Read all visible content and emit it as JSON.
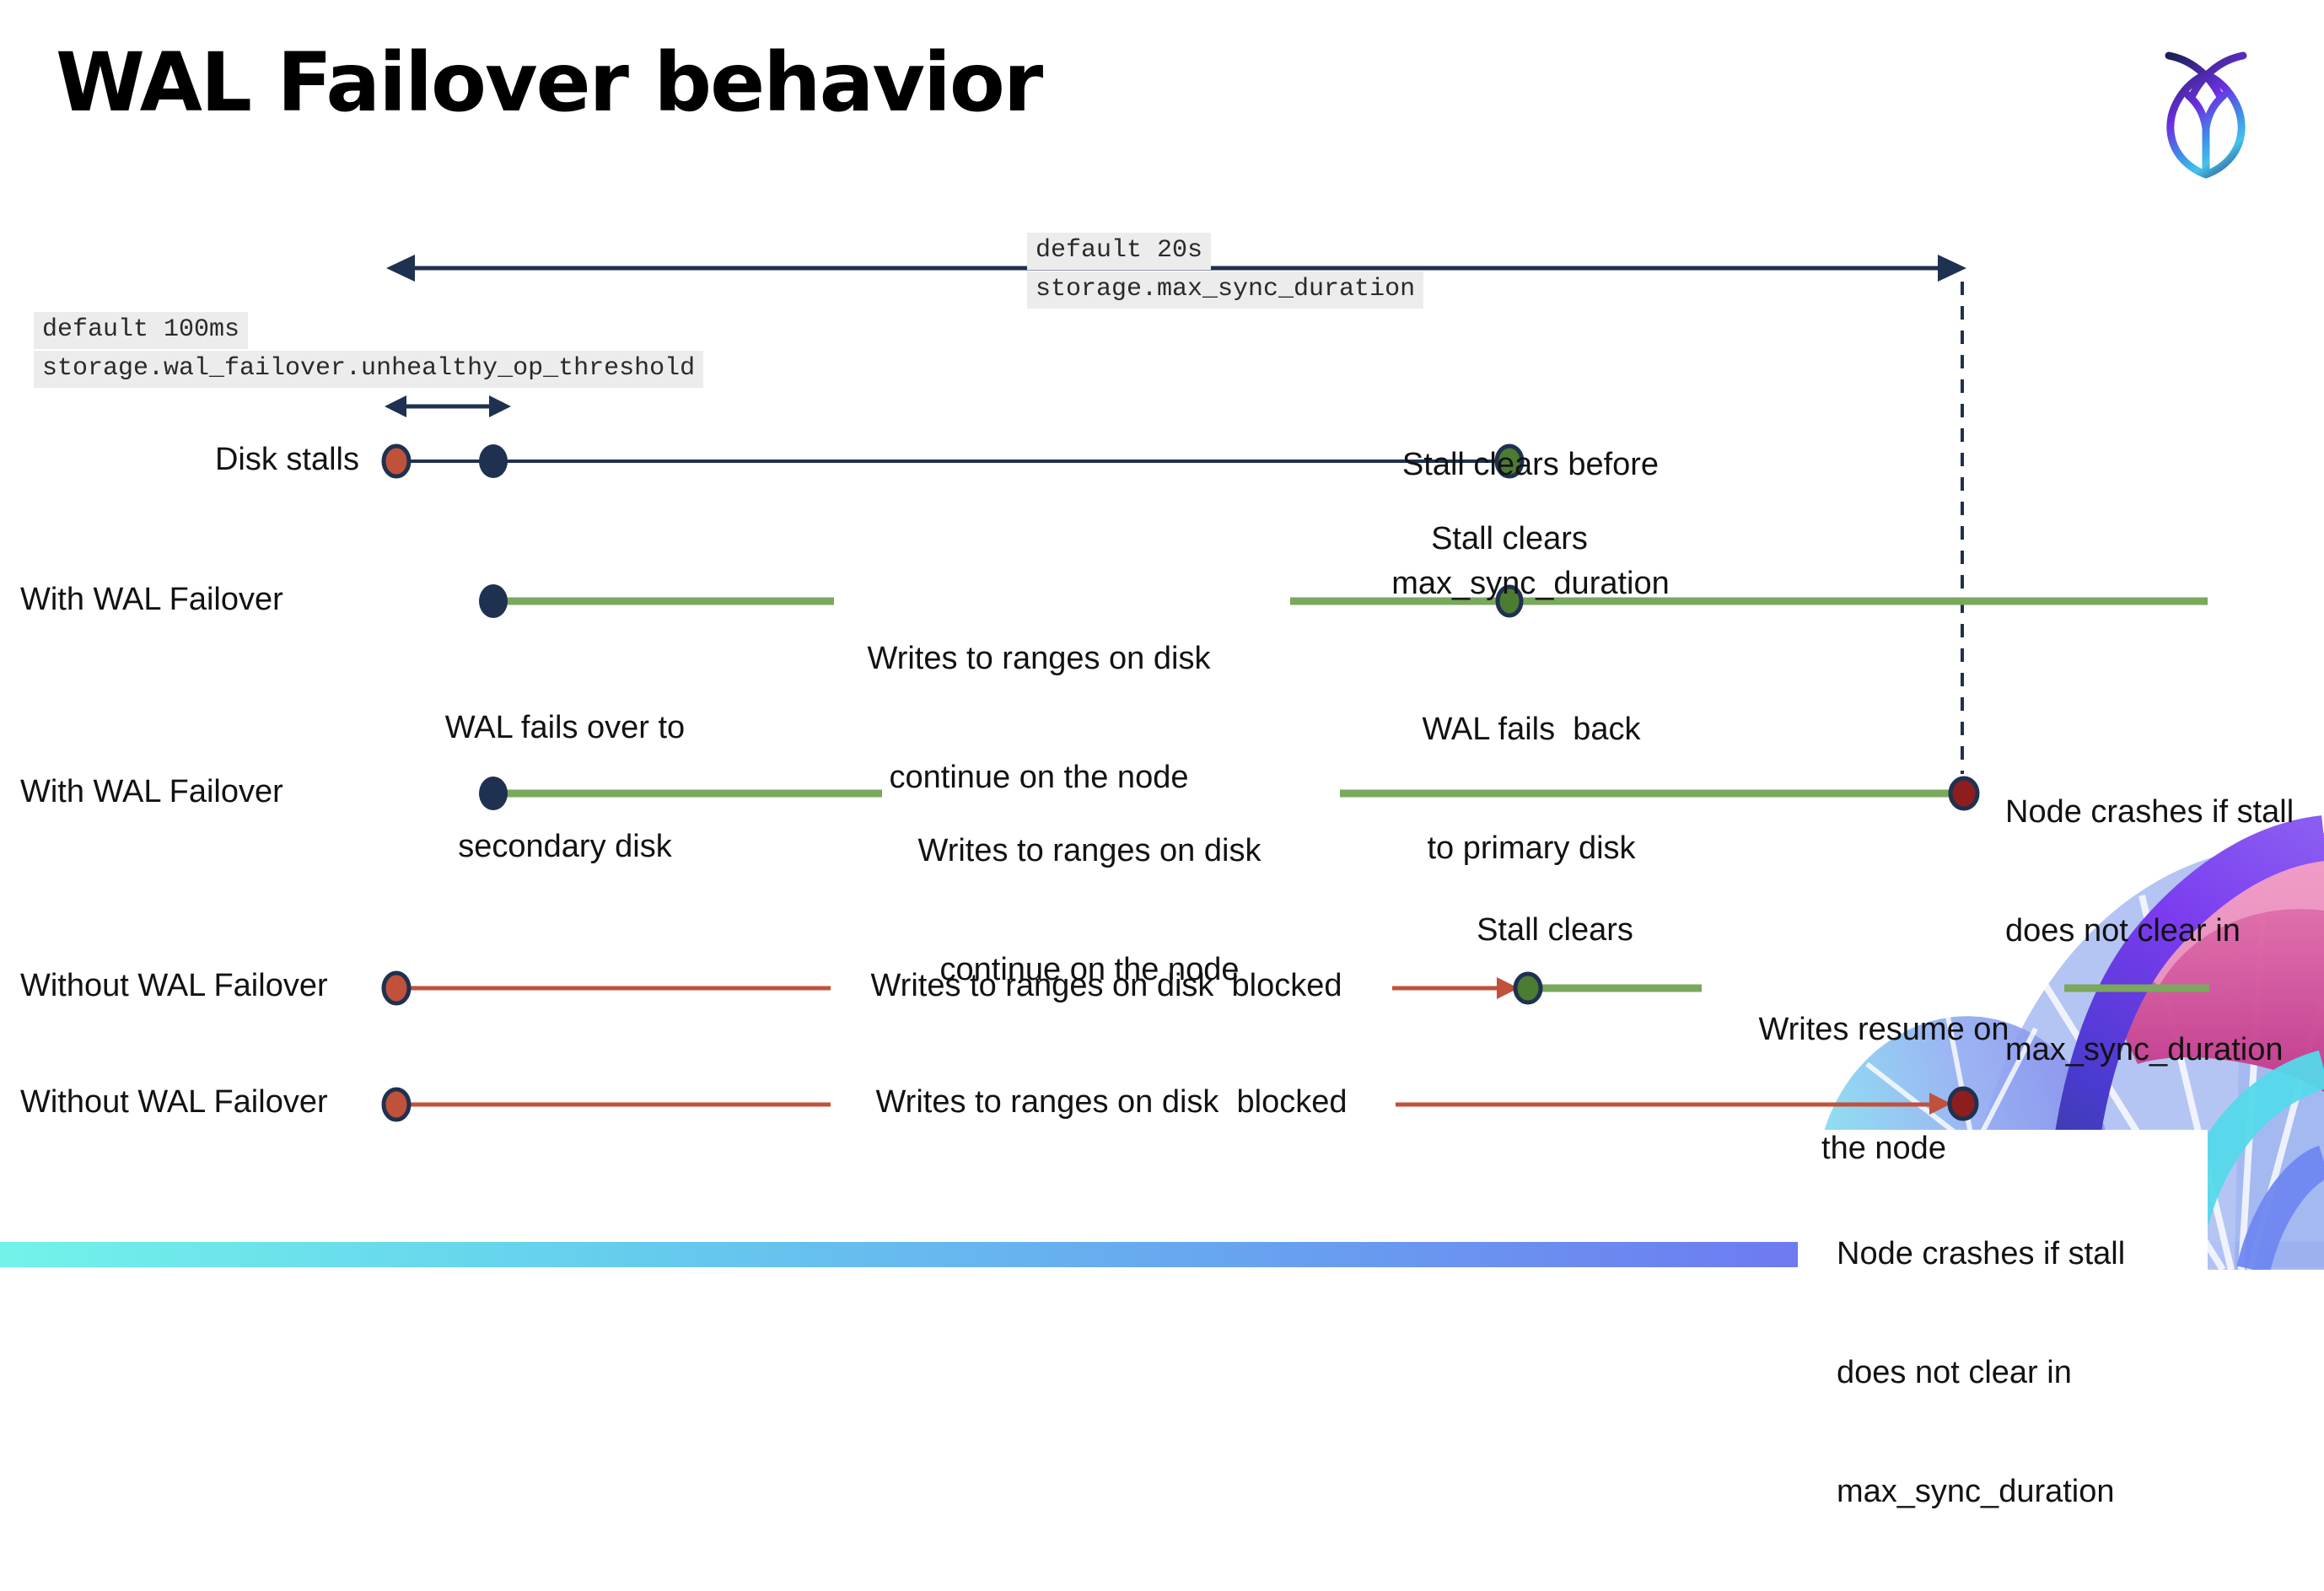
{
  "slide": {
    "title": "WAL Failover behavior"
  },
  "config_labels": {
    "max_sync": {
      "line1": "default 20s",
      "line2": "storage.max_sync_duration"
    },
    "unhealthy_op": {
      "line1": "default 100ms",
      "line2": "storage.wal_failover.unhealthy_op_threshold"
    }
  },
  "rows": {
    "disk_stalls": {
      "label": "Disk stalls",
      "stall_clears_line1": "Stall clears before",
      "stall_clears_line2": "max_sync_duration"
    },
    "with_failover_1": {
      "label": "With WAL Failover",
      "writes_line1": "Writes to ranges on disk",
      "writes_line2": "continue on the node",
      "failover_line1": "WAL fails over to",
      "failover_line2": "secondary disk",
      "stall_clears": "Stall clears",
      "failback_line1": "WAL fails  back",
      "failback_line2": "to primary disk"
    },
    "with_failover_2": {
      "label": "With WAL Failover",
      "writes_line1": "Writes to ranges on disk",
      "writes_line2": "continue on the node",
      "crash_line1": "Node crashes if stall",
      "crash_line2": "does not clear in",
      "crash_line3": "max_sync_duration"
    },
    "without_failover_1": {
      "label": "Without WAL Failover",
      "blocked": "Writes to ranges on disk  blocked",
      "stall_clears": "Stall clears",
      "resume_line1": "Writes resume on",
      "resume_line2": "the node"
    },
    "without_failover_2": {
      "label": "Without WAL Failover",
      "blocked": "Writes to ranges on disk  blocked",
      "crash_line1": "Node crashes if stall",
      "crash_line2": "does not clear in",
      "crash_line3": "max_sync_duration"
    }
  },
  "icons": {
    "logo": "cockroachdb-logo"
  },
  "colors": {
    "navy": "#1f3151",
    "green_line": "#7aa85d",
    "green_dot": "#4c7b32",
    "red": "#c0513a",
    "crash_red": "#8e1d1d",
    "label_bg": "#ececec",
    "bar_gradient_left": "#72f3e9",
    "bar_gradient_right": "#7b52ee",
    "brand_pink": "#c93f8f",
    "brand_purple": "#6a3bea",
    "brand_blue": "#9fb5ef",
    "brand_cyan": "#55d8ea"
  }
}
